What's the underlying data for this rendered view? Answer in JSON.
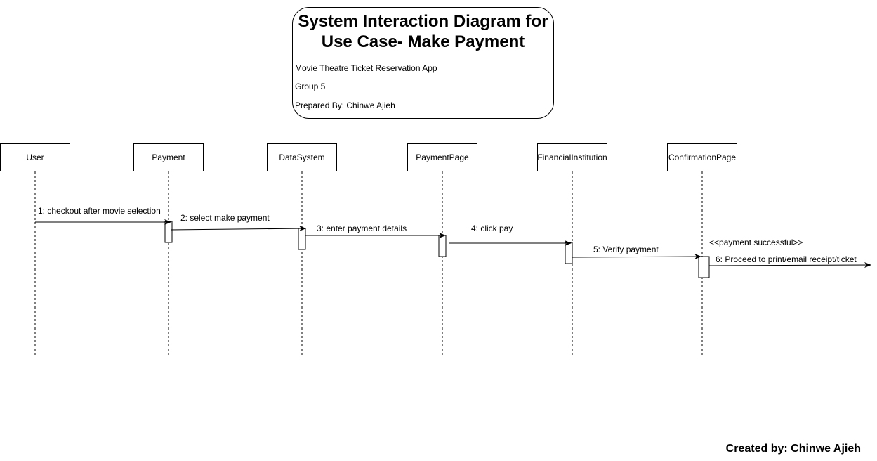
{
  "title_box": {
    "title_line1": "System Interaction Diagram for",
    "title_line2": "Use Case- Make Payment",
    "app_name": "Movie Theatre Ticket Reservation App",
    "group": "Group 5",
    "prepared_by": "Prepared By: Chinwe Ajieh"
  },
  "participants": [
    {
      "label": "User"
    },
    {
      "label": "Payment"
    },
    {
      "label": "DataSystem"
    },
    {
      "label": "PaymentPage"
    },
    {
      "label": "FinancialInstitution"
    },
    {
      "label": "ConfirmationPage"
    }
  ],
  "messages": [
    {
      "label": "1: checkout after movie selection"
    },
    {
      "label": "2: select make payment"
    },
    {
      "label": "3: enter payment details"
    },
    {
      "label": "4: click pay"
    },
    {
      "label": "5: Verify payment"
    },
    {
      "label": "6: Proceed to print/email receipt/ticket"
    }
  ],
  "stereotype": "<<payment successful>>",
  "footer": "Created by: Chinwe Ajieh"
}
